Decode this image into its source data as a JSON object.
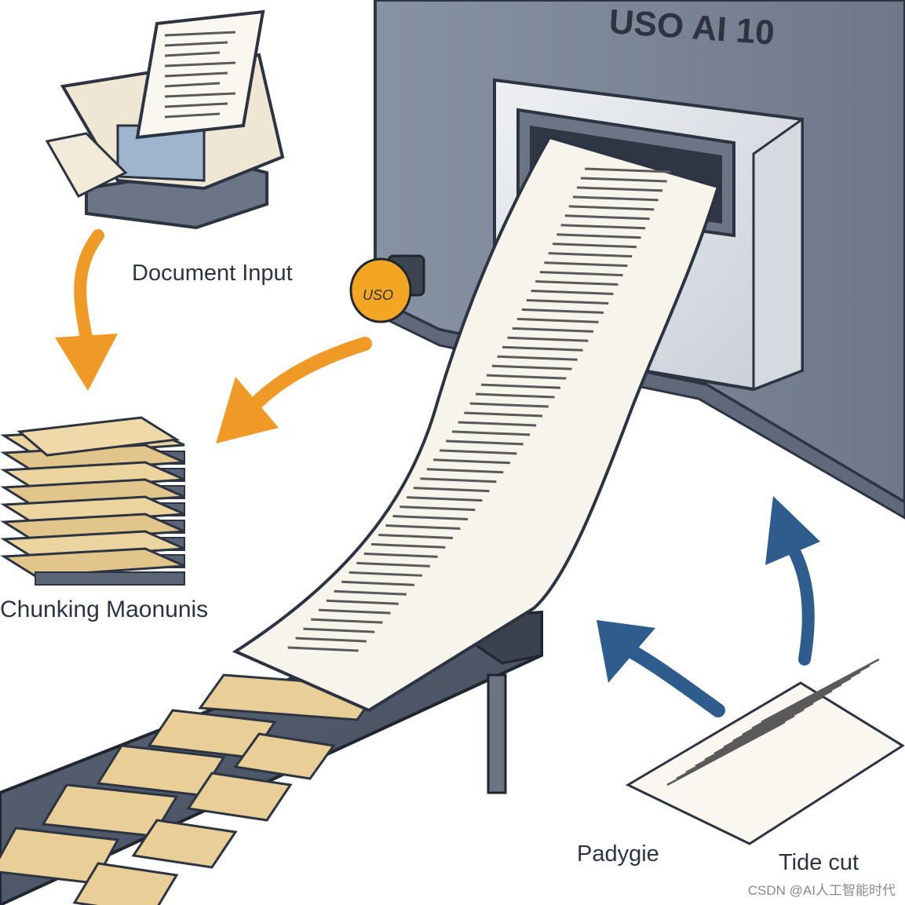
{
  "machine": {
    "brand_label": "USO AI 10",
    "dial_label": "USO"
  },
  "labels": {
    "document_input": "Document Input",
    "chunking_machine": "Chunking Maonunis",
    "padygie": "Padygie",
    "tide_cut": "Tide cut"
  },
  "watermark": "CSDN @AI人工智能时代",
  "colors": {
    "machine_body": "#7f8a9c",
    "machine_dark": "#5f6979",
    "paper": "#f7f4ec",
    "paper_line": "#5a5a5a",
    "orange_arrow": "#ef9a26",
    "blue_arrow": "#2e5c8c",
    "chunk_tan": "#e9cf97",
    "belt": "#4f596a"
  }
}
